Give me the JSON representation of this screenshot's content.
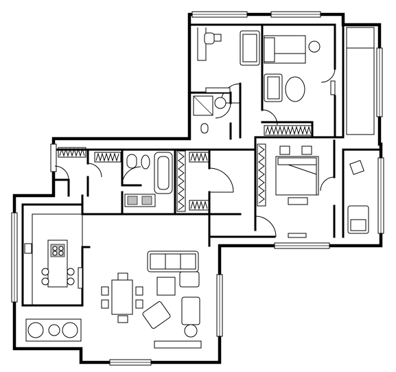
{
  "plan": {
    "label_count": 0,
    "rooms": [
      {
        "id": "bedroom-top-left",
        "furniture": [
          "desk",
          "office-chair",
          "armchair"
        ]
      },
      {
        "id": "bedroom-top-right",
        "furniture": [
          "single-bed",
          "round-chair",
          "sofa",
          "oval-table"
        ]
      },
      {
        "id": "bathroom-small",
        "furniture": [
          "shower",
          "sink",
          "toilet"
        ]
      },
      {
        "id": "bathroom-main",
        "furniture": [
          "sink",
          "toilet",
          "bathtub",
          "washing-machines"
        ]
      },
      {
        "id": "master-bedroom",
        "furniture": [
          "double-bed",
          "nightstands",
          "wardrobe"
        ]
      },
      {
        "id": "balcony",
        "furniture": [
          "armchair",
          "desk-chair"
        ]
      },
      {
        "id": "living-room",
        "furniture": [
          "sofa",
          "armchairs",
          "coffee-table",
          "dining-table",
          "chairs"
        ]
      },
      {
        "id": "kitchen",
        "furniture": [
          "island",
          "stools",
          "cooktop",
          "counter"
        ]
      },
      {
        "id": "hall",
        "furniture": [
          "wardrobes",
          "entrance-door"
        ]
      }
    ]
  }
}
